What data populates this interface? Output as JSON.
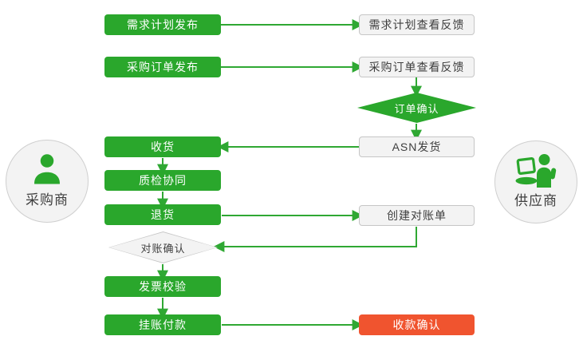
{
  "diagram_title": "procurement-collaboration-flow",
  "actors": {
    "buyer": {
      "label": "采购商",
      "icon": "person-icon"
    },
    "supplier": {
      "label": "供应商",
      "icon": "person-laptop-icon"
    }
  },
  "nodes": {
    "demand_plan_publish": {
      "label": "需求计划发布",
      "type": "process",
      "style": "green"
    },
    "po_publish": {
      "label": "采购订单发布",
      "type": "process",
      "style": "green"
    },
    "receive_goods": {
      "label": "收货",
      "type": "process",
      "style": "green"
    },
    "quality_collab": {
      "label": "质检协同",
      "type": "process",
      "style": "green"
    },
    "return_goods": {
      "label": "退货",
      "type": "process",
      "style": "green"
    },
    "invoice_check": {
      "label": "发票校验",
      "type": "process",
      "style": "green"
    },
    "book_payment": {
      "label": "挂账付款",
      "type": "process",
      "style": "green"
    },
    "demand_plan_feedback": {
      "label": "需求计划查看反馈",
      "type": "process",
      "style": "gray"
    },
    "po_feedback": {
      "label": "采购订单查看反馈",
      "type": "process",
      "style": "gray"
    },
    "order_confirm": {
      "label": "订单确认",
      "type": "decision",
      "style": "green"
    },
    "asn_ship": {
      "label": "ASN发货",
      "type": "process",
      "style": "gray"
    },
    "create_statement": {
      "label": "创建对账单",
      "type": "process",
      "style": "gray"
    },
    "statement_confirm": {
      "label": "对账确认",
      "type": "decision",
      "style": "gray"
    },
    "payment_confirm": {
      "label": "收款确认",
      "type": "terminal",
      "style": "red"
    }
  },
  "edges": [
    {
      "from": "需求计划发布",
      "to": "需求计划查看反馈"
    },
    {
      "from": "采购订单发布",
      "to": "采购订单查看反馈"
    },
    {
      "from": "采购订单查看反馈",
      "to": "订单确认"
    },
    {
      "from": "订单确认",
      "to": "ASN发货"
    },
    {
      "from": "ASN发货",
      "to": "收货"
    },
    {
      "from": "收货",
      "to": "质检协同"
    },
    {
      "from": "质检协同",
      "to": "退货"
    },
    {
      "from": "退货",
      "to": "创建对账单"
    },
    {
      "from": "创建对账单",
      "to": "对账确认"
    },
    {
      "from": "对账确认",
      "to": "发票校验"
    },
    {
      "from": "发票校验",
      "to": "挂账付款"
    },
    {
      "from": "挂账付款",
      "to": "收款确认"
    }
  ],
  "colors": {
    "process_green": "#2aa72c",
    "line_green": "#2fa833",
    "alert_red": "#f0542f",
    "neutral_fill": "#f3f3f3",
    "neutral_border": "#c6c6c6",
    "text_dark": "#3e3e3e"
  }
}
